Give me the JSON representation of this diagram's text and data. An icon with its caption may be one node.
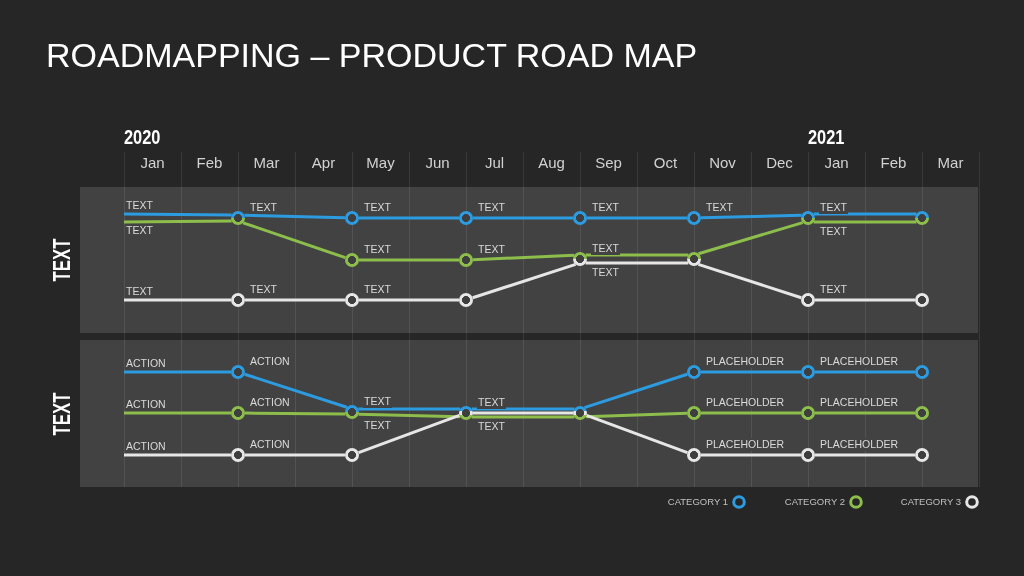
{
  "diagram": {
    "title": "ROADMAPPING – PRODUCT ROAD MAP",
    "nodes": [
      {
        "text": [
          "TEXT"
        ]
      },
      {
        "text": [
          "TEXT"
        ],
        "in": 0
      },
      {
        "text": [],
        "shape": "circle",
        "in": 0,
        "beside": [
          "TEXT"
        ]
      },
      {
        "text": [],
        "shape": "circle",
        "in": 0,
        "beside": [
          "TEXT"
        ]
      },
      {
        "text": [],
        "shape": "circle",
        "in": 0,
        "beside": [
          "TEXT"
        ]
      },
      {
        "text": [],
        "shape": "circle",
        "in": 0,
        "beside": [
          "TEXT"
        ]
      },
      {
        "text": [],
        "shape": "circle",
        "in": 0,
        "beside": [
          "TEXT"
        ]
      },
      {
        "text": [],
        "shape": "circle",
        "in": 0,
        "beside": [
          "TEXT",
          "TEXT"
        ]
      },
      {
        "text": [],
        "shape": "circle",
        "in": 0
      },
      {
        "text": [
          "TEXT"
        ],
        "in": 0
      },
      {
        "text": [],
        "shape": "circle",
        "in": 0,
        "beside": [
          "TEXT"
        ]
      },
      {
        "text": [],
        "shape": "circle",
        "in": 0,
        "beside": [
          "TEXT"
        ]
      },
      {
        "text": [],
        "shape": "circle",
        "in": 0,
        "beside": [
          "TEXT",
          "TEXT"
        ]
      },
      {
        "text": [],
        "shape": "circle",
        "in": 0
      },
      {
        "text": [
          "TEXT"
        ],
        "in": 0
      },
      {
        "text": [],
        "shape": "circle",
        "in": 0,
        "beside": [
          "TEXT"
        ]
      },
      {
        "text": [],
        "shape": "circle",
        "in": 0,
        "beside": [
          "TEXT"
        ]
      },
      {
        "text": [],
        "shape": "circle",
        "in": 0
      },
      {
        "text": [],
        "shape": "circle",
        "in": 0,
        "beside": [
          "TEXT"
        ]
      },
      {
        "text": [],
        "shape": "circle",
        "in": 0
      },
      {
        "text": [
          "TEXT"
        ]
      },
      {
        "text": [
          "ACTION"
        ],
        "in": 20
      },
      {
        "text": [],
        "shape": "circle",
        "in": 20,
        "beside": [
          "ACTION"
        ]
      },
      {
        "text": [],
        "shape": "circle",
        "in": 20,
        "beside": [
          "PLACEHOLDER"
        ]
      },
      {
        "text": [],
        "shape": "circle",
        "in": 20,
        "beside": [
          "PLACEHOLDER"
        ]
      },
      {
        "text": [],
        "shape": "circle",
        "in": 20
      },
      {
        "text": [
          "ACTION"
        ],
        "in": 20
      },
      {
        "text": [],
        "shape": "circle",
        "in": 20,
        "beside": [
          "ACTION"
        ]
      },
      {
        "text": [],
        "shape": "circle",
        "in": 20,
        "beside": [
          "TEXT",
          "TEXT"
        ]
      },
      {
        "text": [],
        "shape": "circle",
        "in": 20,
        "beside": [
          "TEXT",
          "TEXT"
        ]
      },
      {
        "text": [],
        "shape": "circle",
        "in": 20
      },
      {
        "text": [],
        "shape": "circle",
        "in": 20,
        "beside": [
          "PLACEHOLDER"
        ]
      },
      {
        "text": [],
        "shape": "circle",
        "in": 20,
        "beside": [
          "PLACEHOLDER"
        ]
      },
      {
        "text": [],
        "shape": "circle",
        "in": 20
      },
      {
        "text": [
          "ACTION"
        ],
        "in": 20
      },
      {
        "text": [],
        "shape": "circle",
        "in": 20,
        "beside": [
          "ACTION"
        ]
      },
      {
        "text": [],
        "shape": "circle",
        "in": 20
      },
      {
        "text": [],
        "shape": "circle",
        "in": 20,
        "beside": [
          "PLACEHOLDER"
        ]
      },
      {
        "text": [],
        "shape": "circle",
        "in": 20,
        "beside": [
          "PLACEHOLDER"
        ]
      },
      {
        "text": [],
        "shape": "circle",
        "in": 20
      }
    ],
    "edges": [
      {
        "from": 1,
        "to": 2,
        "arrow": "none",
        "color": "#2d9be0"
      },
      {
        "from": 2,
        "to": 3,
        "arrow": "none",
        "color": "#2d9be0"
      },
      {
        "from": 3,
        "to": 4,
        "arrow": "none",
        "color": "#2d9be0"
      },
      {
        "from": 4,
        "to": 5,
        "arrow": "none",
        "color": "#2d9be0"
      },
      {
        "from": 5,
        "to": 6,
        "arrow": "none",
        "color": "#2d9be0"
      },
      {
        "from": 6,
        "to": 7,
        "arrow": "none",
        "color": "#2d9be0"
      },
      {
        "from": 7,
        "to": 8,
        "arrow": "none",
        "color": "#2d9be0"
      },
      {
        "from": 9,
        "to": 2,
        "arrow": "none",
        "color": "#8dbe4c"
      },
      {
        "from": 2,
        "to": 10,
        "arrow": "none",
        "color": "#8dbe4c"
      },
      {
        "from": 10,
        "to": 11,
        "arrow": "none",
        "color": "#8dbe4c"
      },
      {
        "from": 11,
        "to": 12,
        "arrow": "none",
        "color": "#8dbe4c"
      },
      {
        "from": 12,
        "to": 13,
        "arrow": "none",
        "color": "#8dbe4c"
      },
      {
        "from": 13,
        "to": 7,
        "arrow": "none",
        "color": "#8dbe4c"
      },
      {
        "from": 7,
        "to": 8,
        "arrow": "none",
        "color": "#8dbe4c"
      },
      {
        "from": 14,
        "to": 15,
        "arrow": "none",
        "color": "#e6e6e6"
      },
      {
        "from": 15,
        "to": 16,
        "arrow": "none",
        "color": "#e6e6e6"
      },
      {
        "from": 16,
        "to": 17,
        "arrow": "none",
        "color": "#e6e6e6"
      },
      {
        "from": 17,
        "to": 12,
        "arrow": "none",
        "color": "#e6e6e6"
      },
      {
        "from": 12,
        "to": 13,
        "arrow": "none",
        "color": "#e6e6e6"
      },
      {
        "from": 13,
        "to": 18,
        "arrow": "none",
        "color": "#e6e6e6"
      },
      {
        "from": 18,
        "to": 19,
        "arrow": "none",
        "color": "#e6e6e6"
      },
      {
        "from": 21,
        "to": 22,
        "arrow": "none",
        "color": "#2d9be0"
      },
      {
        "from": 22,
        "to": 28,
        "arrow": "none",
        "color": "#2d9be0"
      },
      {
        "from": 28,
        "to": 29,
        "arrow": "none",
        "color": "#2d9be0"
      },
      {
        "from": 29,
        "to": 30,
        "arrow": "none",
        "color": "#2d9be0"
      },
      {
        "from": 30,
        "to": 23,
        "arrow": "none",
        "color": "#2d9be0"
      },
      {
        "from": 23,
        "to": 24,
        "arrow": "none",
        "color": "#2d9be0"
      },
      {
        "from": 24,
        "to": 25,
        "arrow": "none",
        "color": "#2d9be0"
      },
      {
        "from": 26,
        "to": 27,
        "arrow": "none",
        "color": "#8dbe4c"
      },
      {
        "from": 27,
        "to": 28,
        "arrow": "none",
        "color": "#8dbe4c"
      },
      {
        "from": 28,
        "to": 29,
        "arrow": "none",
        "color": "#8dbe4c"
      },
      {
        "from": 29,
        "to": 30,
        "arrow": "none",
        "color": "#8dbe4c"
      },
      {
        "from": 30,
        "to": 31,
        "arrow": "none",
        "color": "#8dbe4c"
      },
      {
        "from": 31,
        "to": 32,
        "arrow": "none",
        "color": "#8dbe4c"
      },
      {
        "from": 32,
        "to": 33,
        "arrow": "none",
        "color": "#8dbe4c"
      },
      {
        "from": 34,
        "to": 35,
        "arrow": "none",
        "color": "#e6e6e6"
      },
      {
        "from": 35,
        "to": 36,
        "arrow": "none",
        "color": "#e6e6e6"
      },
      {
        "from": 36,
        "to": 29,
        "arrow": "none",
        "color": "#e6e6e6"
      },
      {
        "from": 29,
        "to": 30,
        "arrow": "none",
        "color": "#e6e6e6"
      },
      {
        "from": 30,
        "to": 37,
        "arrow": "none",
        "color": "#e6e6e6"
      },
      {
        "from": 37,
        "to": 38,
        "arrow": "none",
        "color": "#e6e6e6"
      },
      {
        "from": 38,
        "to": 39,
        "arrow": "none",
        "color": "#e6e6e6"
      }
    ],
    "labels": [
      "2020",
      "2021",
      "Jan",
      "Feb",
      "Mar",
      "Apr",
      "May",
      "Jun",
      "Jul",
      "Aug",
      "Sep",
      "Oct",
      "Nov",
      "Dec",
      "Jan",
      "Feb",
      "Mar"
    ],
    "legend": [
      {
        "text": "CATEGORY 1",
        "color": "#2d9be0"
      },
      {
        "text": "CATEGORY 2",
        "color": "#8dbe4c"
      },
      {
        "text": "CATEGORY 3",
        "color": "#e6e6e6"
      }
    ]
  }
}
